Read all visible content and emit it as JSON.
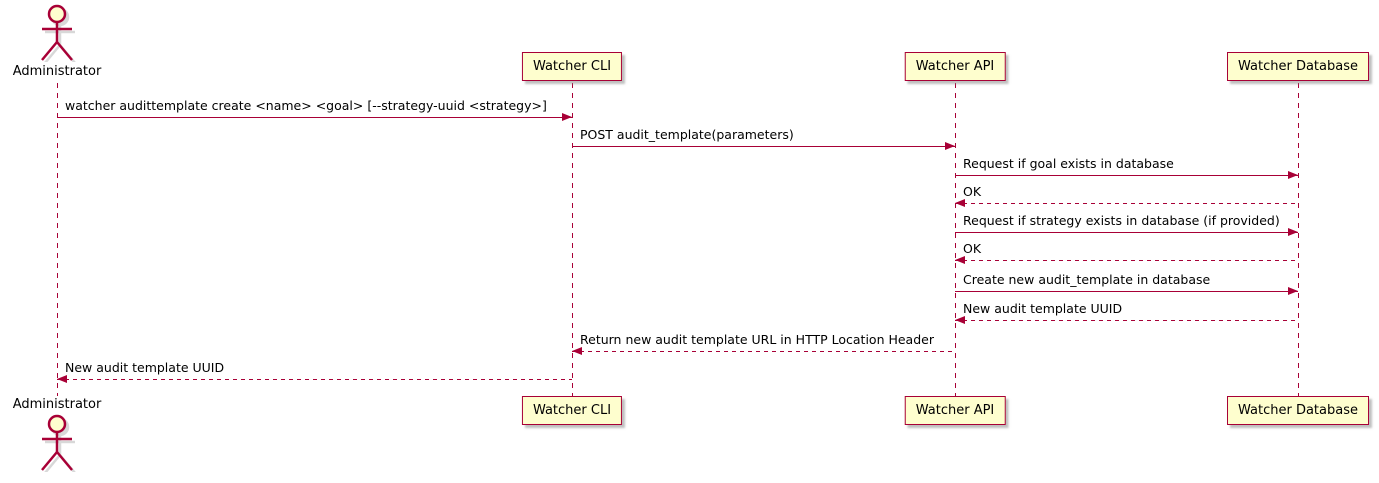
{
  "participants": [
    {
      "id": "administrator",
      "label": "Administrator",
      "type": "actor"
    },
    {
      "id": "watcher-cli",
      "label": "Watcher CLI",
      "type": "participant"
    },
    {
      "id": "watcher-api",
      "label": "Watcher API",
      "type": "participant"
    },
    {
      "id": "watcher-database",
      "label": "Watcher Database",
      "type": "participant"
    }
  ],
  "messages": [
    {
      "from": "administrator",
      "to": "watcher-cli",
      "text": "watcher audittemplate create <name> <goal> [--strategy-uuid <strategy>]",
      "type": "call"
    },
    {
      "from": "watcher-cli",
      "to": "watcher-api",
      "text": "POST audit_template(parameters)",
      "type": "call"
    },
    {
      "from": "watcher-api",
      "to": "watcher-database",
      "text": "Request if goal exists in database",
      "type": "call"
    },
    {
      "from": "watcher-database",
      "to": "watcher-api",
      "text": "OK",
      "type": "return"
    },
    {
      "from": "watcher-api",
      "to": "watcher-database",
      "text": "Request if strategy exists in database (if provided)",
      "type": "call"
    },
    {
      "from": "watcher-database",
      "to": "watcher-api",
      "text": "OK",
      "type": "return"
    },
    {
      "from": "watcher-api",
      "to": "watcher-database",
      "text": "Create new audit_template in database",
      "type": "call"
    },
    {
      "from": "watcher-database",
      "to": "watcher-api",
      "text": "New audit template UUID",
      "type": "return"
    },
    {
      "from": "watcher-api",
      "to": "watcher-cli",
      "text": "Return new audit template URL in HTTP Location Header",
      "type": "return"
    },
    {
      "from": "watcher-cli",
      "to": "administrator",
      "text": "New audit template UUID",
      "type": "return"
    }
  ],
  "colors": {
    "participant_fill": "#FEFECE",
    "line": "#A80036",
    "text": "#000000",
    "background": "#FFFFFF",
    "shadow": "#8C8C8C"
  }
}
